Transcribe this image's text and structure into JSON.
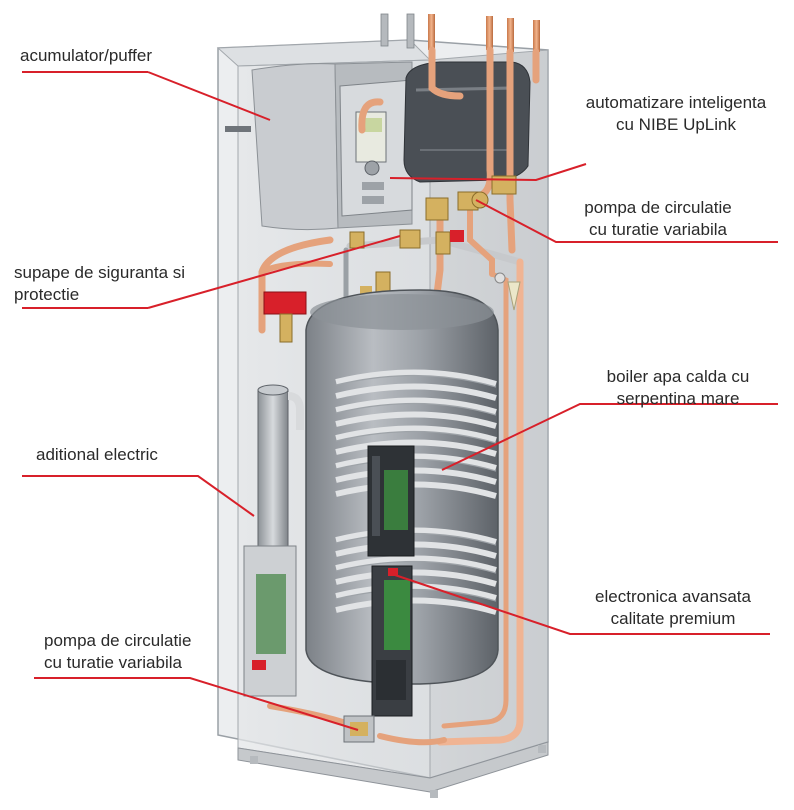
{
  "diagram": {
    "subject": "heat-pump-indoor-unit-cutaway",
    "brand_mark": "NIBE",
    "accent_color": "#d8202a",
    "labels": {
      "buffer": {
        "line1": "acumulator/puffer"
      },
      "automation": {
        "line1": "automatizare inteligenta",
        "line2": "cu NIBE UpLink"
      },
      "pump_top": {
        "line1": "pompa de circulatie",
        "line2": "cu turatie variabila"
      },
      "safety_valves": {
        "line1": "supape de siguranta si",
        "line2": "protectie"
      },
      "boiler": {
        "line1": "boiler apa calda cu",
        "line2": "serpentina mare"
      },
      "electric_heater": {
        "line1": "aditional electric"
      },
      "electronics": {
        "line1": "electronica avansata",
        "line2": "calitate premium"
      },
      "pump_bottom": {
        "line1": "pompa de circulatie",
        "line2": "cu turatie variabila"
      }
    }
  }
}
